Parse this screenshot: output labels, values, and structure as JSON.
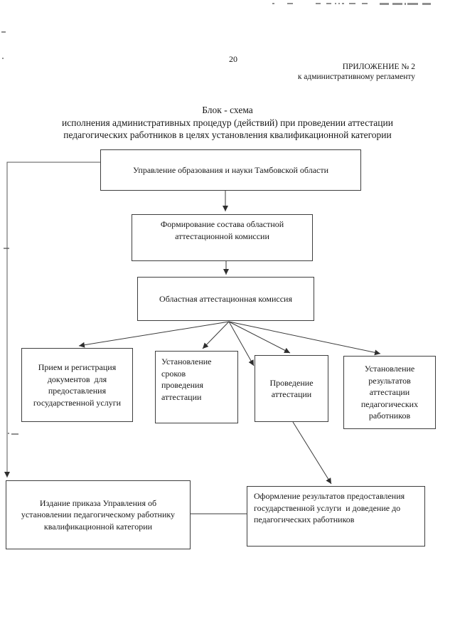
{
  "document": {
    "page_number": "20",
    "annex": {
      "line1": "ПРИЛОЖЕНИЕ № 2",
      "line2": "к административному регламенту"
    },
    "title": {
      "line1": "Блок - схема",
      "line2": "исполнения административных процедур (действий) при проведении аттестации",
      "line3": "педагогических работников в целях установления квалификационной категории"
    }
  },
  "flowchart": {
    "nodes": {
      "upravlenie": {
        "label": "Управление образования и науки Тамбовской области"
      },
      "formirovanie": {
        "label": "Формирование состава областной\nаттестационной комиссии"
      },
      "komissia": {
        "label": "Областная аттестационная комиссия"
      },
      "priem": {
        "label": "Прием и регистрация\nдокументов  для\nпредоставления\nгосударственной услуги"
      },
      "sroki": {
        "label": "Установление\nсроков\nпроведения\nаттестации"
      },
      "provedenie": {
        "label": "Проведение\nаттестации"
      },
      "rezultaty": {
        "label": "Установление\nрезультатов\nаттестации\nпедагогических\nработников"
      },
      "izdanie": {
        "label": "Издание приказа Управления об\nустановлении педагогическому работнику\nквалификационной категории"
      },
      "oformlenie": {
        "label": "Оформление результатов предоставления\nгосударственной услуги  и доведение до\nпедагогических работников"
      }
    },
    "edges": [
      {
        "from": "upravlenie",
        "to": "formirovanie",
        "style": "arrow"
      },
      {
        "from": "formirovanie",
        "to": "komissia",
        "style": "arrow"
      },
      {
        "from": "upravlenie",
        "to": "izdanie",
        "style": "arrow-elbow-left-margin"
      },
      {
        "from": "komissia",
        "to": "priem",
        "style": "arrow"
      },
      {
        "from": "komissia",
        "to": "sroki",
        "style": "arrow"
      },
      {
        "from": "komissia",
        "to": "provedenie",
        "style": "arrow-to-left-side"
      },
      {
        "from": "komissia",
        "to": "provedenie",
        "style": "arrow-to-top"
      },
      {
        "from": "komissia",
        "to": "rezultaty",
        "style": "arrow"
      },
      {
        "from": "provedenie",
        "to": "oformlenie",
        "style": "arrow"
      },
      {
        "from": "izdanie",
        "to": "oformlenie",
        "style": "plain-line"
      }
    ]
  }
}
